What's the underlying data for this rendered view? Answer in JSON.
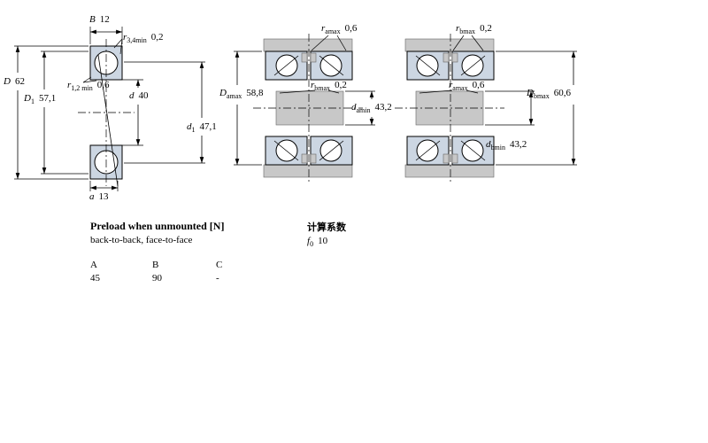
{
  "figures": {
    "single": {
      "dims": [
        {
          "sym": "B",
          "sub": "",
          "val": "12"
        },
        {
          "sym": "r",
          "sub": "3,4min",
          "val": "0,2"
        },
        {
          "sym": "D",
          "sub": "",
          "val": "62"
        },
        {
          "sym": "D",
          "sub": "1",
          "val": "57,1"
        },
        {
          "sym": "r",
          "sub": "1,2 min",
          "val": "0,6"
        },
        {
          "sym": "d",
          "sub": "",
          "val": "40"
        },
        {
          "sym": "d",
          "sub": "1",
          "val": "47,1"
        },
        {
          "sym": "a",
          "sub": "",
          "val": "13"
        }
      ]
    },
    "pair_left": {
      "dims": [
        {
          "sym": "r",
          "sub": "amax",
          "val": "0,6"
        },
        {
          "sym": "D",
          "sub": "amax",
          "val": "58,8"
        },
        {
          "sym": "r",
          "sub": "bmax",
          "val": "0,2"
        },
        {
          "sym": "d",
          "sub": "amin",
          "val": "43,2"
        }
      ]
    },
    "pair_right": {
      "dims": [
        {
          "sym": "r",
          "sub": "bmax",
          "val": "0,2"
        },
        {
          "sym": "r",
          "sub": "amax",
          "val": "0,6"
        },
        {
          "sym": "D",
          "sub": "bmax",
          "val": "60,6"
        },
        {
          "sym": "d",
          "sub": "bmin",
          "val": "43,2"
        }
      ]
    }
  },
  "preload": {
    "heading": "Preload when unmounted [N]",
    "subheading": "back-to-back, face-to-face",
    "columns": [
      "A",
      "B",
      "C"
    ],
    "values": [
      "45",
      "90",
      "-"
    ]
  },
  "calc": {
    "heading": "计算系数",
    "factor_sym": "f",
    "factor_sub": "0",
    "factor_val": "10"
  },
  "colors": {
    "ring": "#ccd6e2",
    "metal": "#c8c8c8",
    "line": "#000000"
  }
}
